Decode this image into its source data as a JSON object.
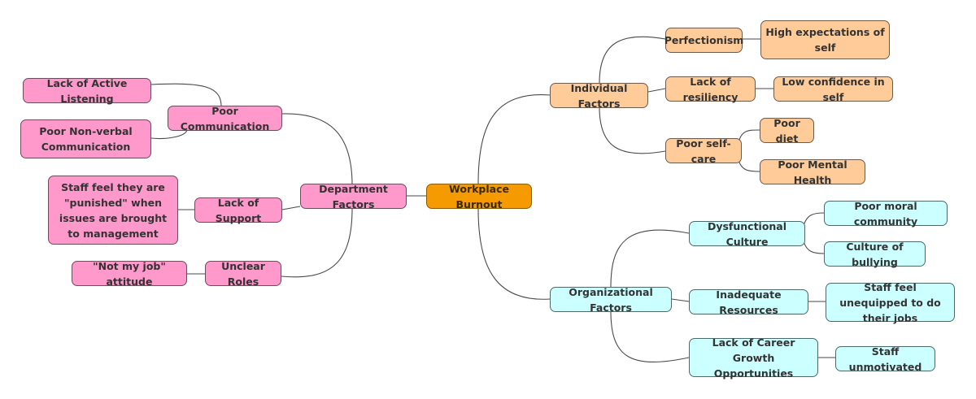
{
  "root": {
    "label": "Workplace Burnout",
    "color": "#f59a00"
  },
  "branches": {
    "department": {
      "label": "Department Factors",
      "color": "#ff99cc",
      "poor_communication": {
        "label": "Poor Communication",
        "children": [
          "Lack of Active Listening",
          "Poor Non-verbal Communication"
        ]
      },
      "lack_of_support": {
        "label": "Lack of Support",
        "children": [
          "Staff feel they are \"punished\" when issues are brought to management"
        ]
      },
      "unclear_roles": {
        "label": "Unclear Roles",
        "children": [
          "\"Not my job\" attitude"
        ]
      }
    },
    "individual": {
      "label": "Individual Factors",
      "color": "#ffcc99",
      "perfectionism": {
        "label": "Perfectionism",
        "children": [
          "High expectations of self"
        ]
      },
      "lack_of_resiliency": {
        "label": "Lack of resiliency",
        "children": [
          "Low confidence in self"
        ]
      },
      "poor_self_care": {
        "label": "Poor self-care",
        "children": [
          "Poor diet",
          "Poor Mental Health"
        ]
      }
    },
    "organizational": {
      "label": "Organizational Factors",
      "color": "#ccffff",
      "dysfunctional_culture": {
        "label": "Dysfunctional Culture",
        "children": [
          "Poor moral community",
          "Culture of bullying"
        ]
      },
      "inadequate_resources": {
        "label": "Inadequate Resources",
        "children": [
          "Staff feel unequipped to do their jobs"
        ]
      },
      "lack_of_career_growth": {
        "label": "Lack of Career Growth Opportunities",
        "children": [
          "Staff unmotivated"
        ]
      }
    }
  }
}
